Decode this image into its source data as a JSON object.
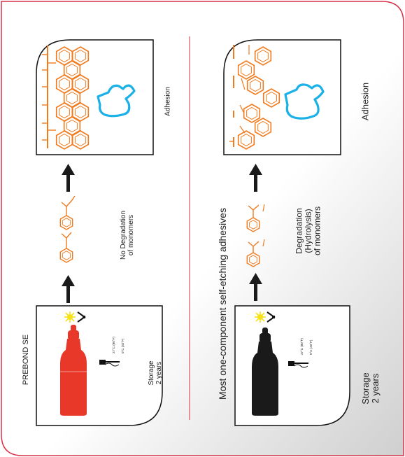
{
  "top_section": {
    "product_label": "PREBOND SE",
    "storage_label": [
      "Storage",
      "2 years"
    ],
    "process_label": [
      "No Degradation",
      "of monomers"
    ],
    "result_label": "Adhesion"
  },
  "bottom_section": {
    "product_label": "Most one-component self-etching adhesives",
    "storage_label": [
      "Storage",
      "2 years"
    ],
    "process_label": [
      "Degradation",
      "(Hydrolysis)",
      "of monomers"
    ],
    "result_label": "Adhesion"
  },
  "thermometer_labels": [
    "27°C (80°F)",
    "0°C (32°F)"
  ],
  "colors": {
    "frame_border": "#d8324a",
    "background_gradient": "#c8c8c8",
    "top_bottle": "#e8382a",
    "bottom_bottle": "#1a1a1a",
    "molecule": "#f07a1e",
    "thumb_outline": "#1ab0e8",
    "arrow": "#1a1a1a",
    "divider": "#d8324a"
  }
}
